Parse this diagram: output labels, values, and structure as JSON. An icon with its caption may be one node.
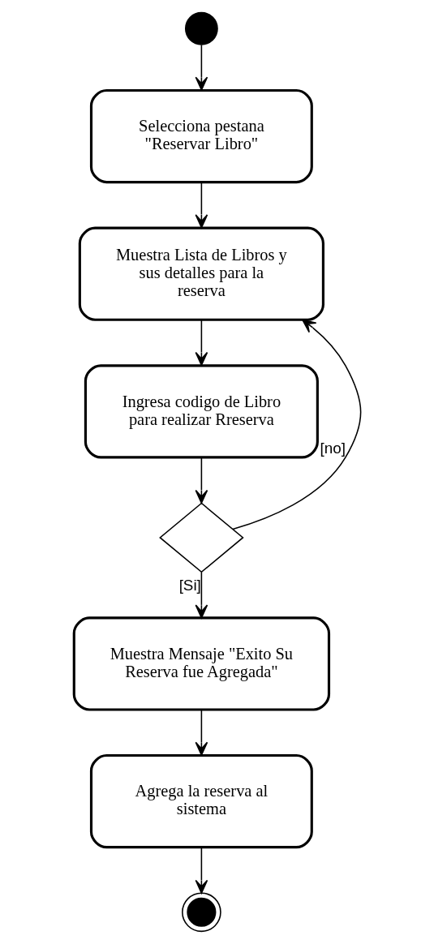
{
  "diagram": {
    "nodes": [
      {
        "text": [],
        "shape": "circle"
      },
      {
        "text": [
          "Selecciona pestana \"Reservar Libro\""
        ]
      },
      {
        "text": [
          "Muestra Lista de Libros y sus detalles para la reserva"
        ]
      },
      {
        "text": [
          "Ingresa codigo de Libro para realizar Rreserva"
        ]
      },
      {
        "text": [],
        "shape": "diamond"
      },
      {
        "text": [
          "Muestra Mensaje \"Exito Su Reserva fue Agregada\""
        ]
      },
      {
        "text": [
          "Agrega la reserva al sistema"
        ]
      },
      {
        "text": [],
        "shape": "circle"
      }
    ],
    "edges": [
      {
        "from": 0,
        "to": 1,
        "arrow": "to"
      },
      {
        "from": 1,
        "to": 2,
        "arrow": "to"
      },
      {
        "from": 2,
        "to": 3,
        "arrow": "to"
      },
      {
        "from": 3,
        "to": 4,
        "arrow": "to"
      },
      {
        "from": 4,
        "to": 2,
        "arrow": "to",
        "label": "[no]"
      },
      {
        "from": 4,
        "to": 5,
        "arrow": "to",
        "label": "[Si]"
      },
      {
        "from": 5,
        "to": 6,
        "arrow": "to"
      },
      {
        "from": 6,
        "to": 7,
        "arrow": "to"
      }
    ]
  }
}
